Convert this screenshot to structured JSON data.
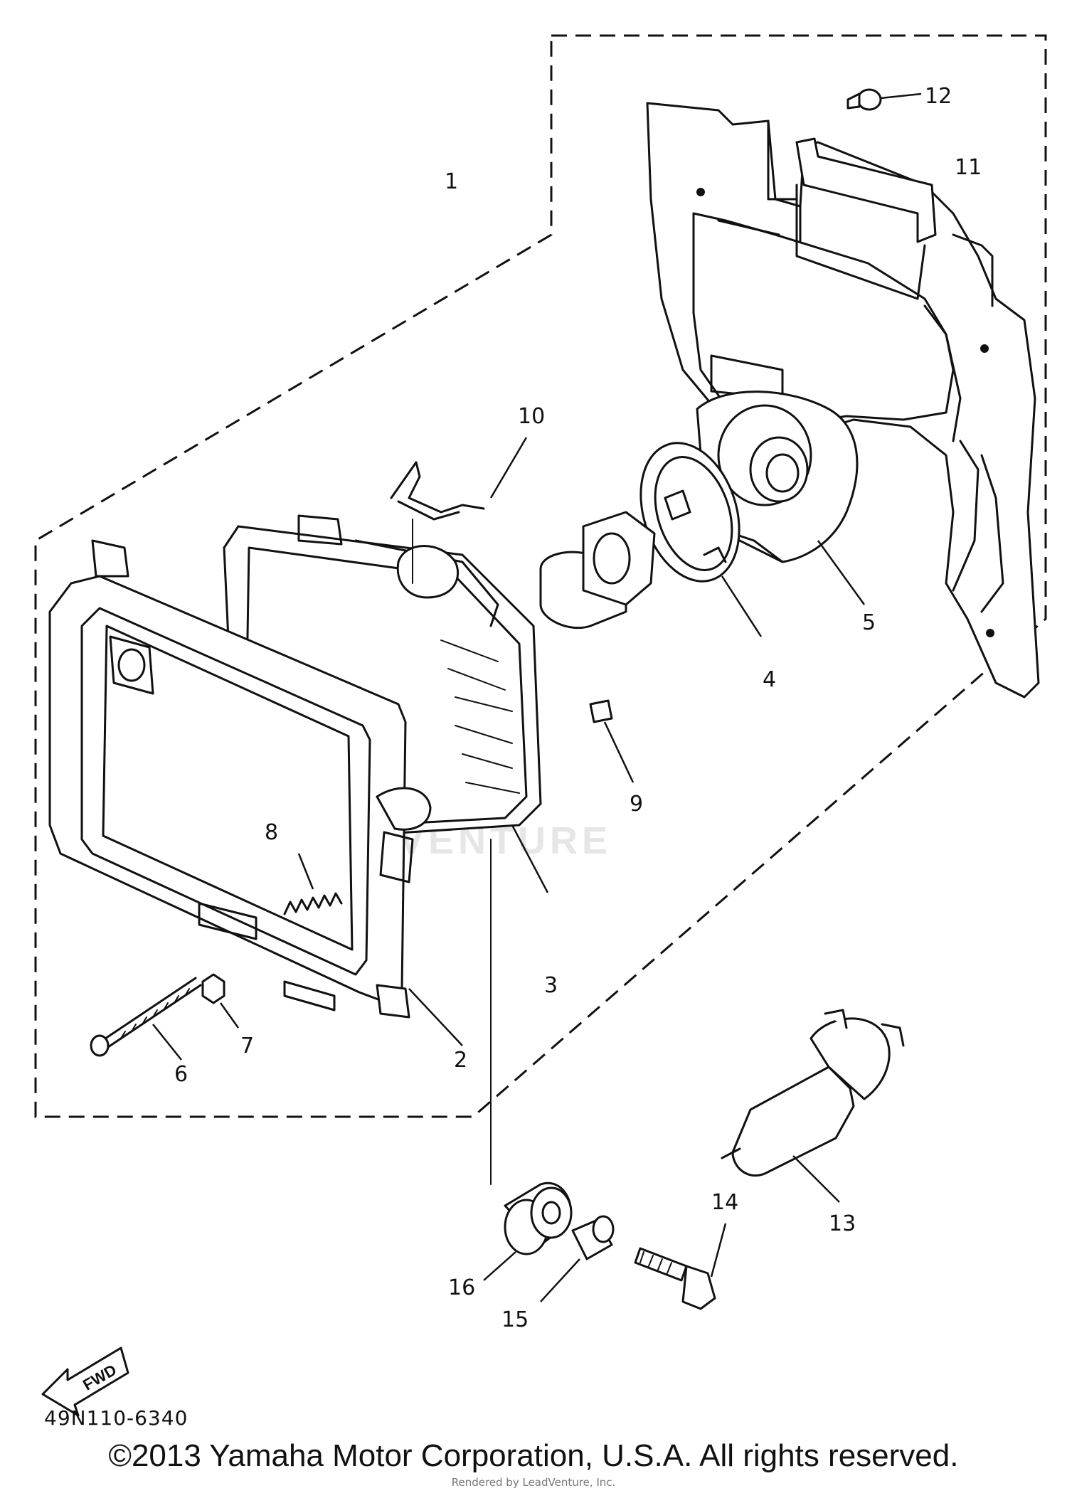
{
  "diagram": {
    "catalog_number": "49N110-6340",
    "watermark": "VENTURE",
    "fwd_label": "FWD",
    "callouts": [
      "1",
      "2",
      "3",
      "4",
      "5",
      "6",
      "7",
      "8",
      "9",
      "10",
      "11",
      "12",
      "13",
      "14",
      "15",
      "16"
    ]
  },
  "footer": {
    "copyright": "©2013 Yamaha Motor Corporation, U.S.A. All rights reserved.",
    "rendered_by": "Rendered by LeadVenture, Inc."
  }
}
